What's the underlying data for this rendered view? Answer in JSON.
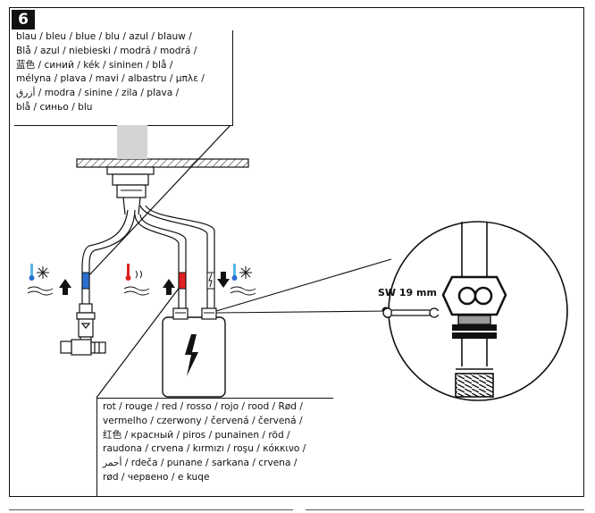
{
  "step": {
    "number": "6"
  },
  "blue_text": {
    "lines": [
      "blau / bleu / blue / blu / azul / blauw /",
      "Blå / azul / niebieski / modrá / modrá /",
      "蓝色 / синий / kék / sininen / blå /",
      "mélyna / plava / mavi / albastru / μπλε /",
      "أزرق / modra / sinine / zila / plava /",
      "blå / синьо / blu"
    ]
  },
  "red_text": {
    "lines": [
      "rot / rouge / red / rosso / rojo / rood / Rød /",
      "vermelho / czerwony / červená / červená /",
      "红色 / красный / piros / punainen / röd /",
      "raudona / crvena / kırmızı / roşu / κόκκινο /",
      "أحمر / rdeča / punane / sarkana / crvena /",
      "rød / червено / e kuqe"
    ]
  },
  "wrench": {
    "label": "SW 19 mm"
  },
  "colors": {
    "line": "#111111",
    "blue": "#2a6fd0",
    "red": "#e02020",
    "grey": "#9a9a9a",
    "light_blue": "#58b6e8"
  },
  "icons": [
    "cold-water-icon",
    "hot-water-icon",
    "electric-hazard-icon",
    "wrench-icon",
    "flow-arrow-icon"
  ]
}
